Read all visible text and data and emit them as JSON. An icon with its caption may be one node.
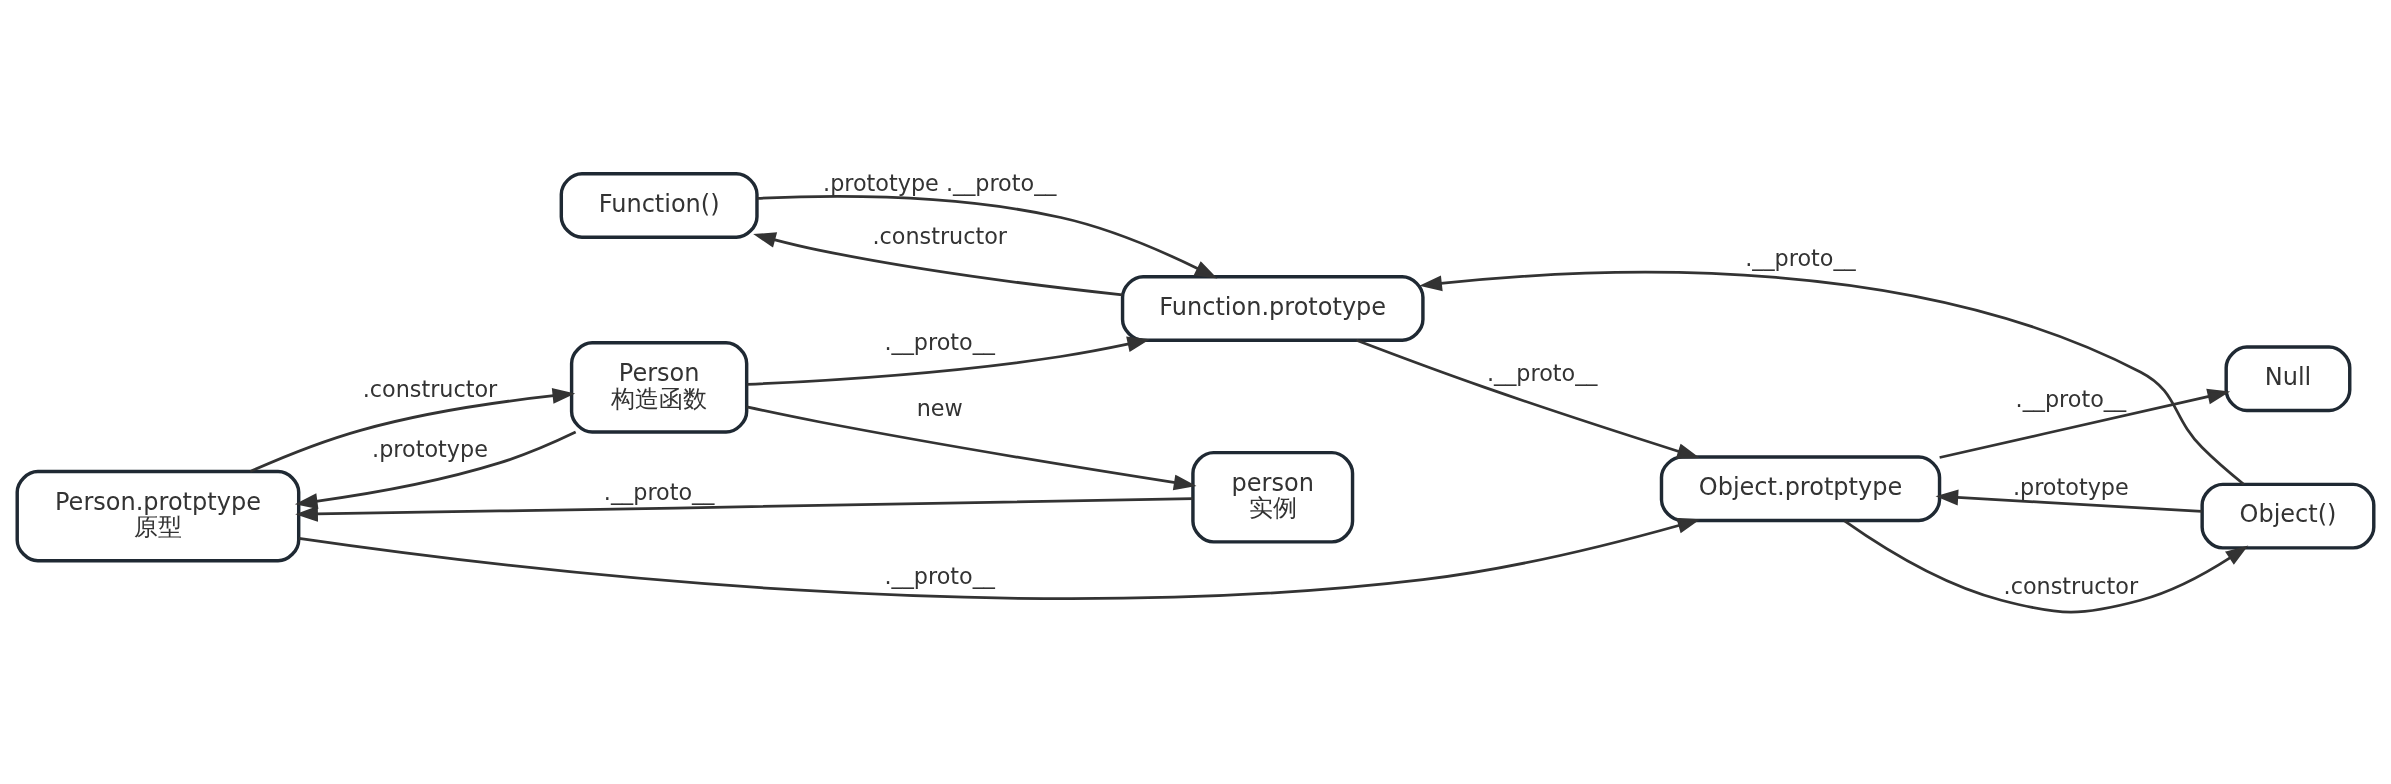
{
  "diagram": {
    "nodes": [
      {
        "text": [
          "Function()"
        ]
      },
      {
        "text": [
          "Object()"
        ]
      },
      {
        "text": [
          "Function.prototype"
        ]
      },
      {
        "text": [
          "Person",
          "构造函数"
        ]
      },
      {
        "text": [
          "Person.protptype",
          "原型"
        ]
      },
      {
        "text": [
          "Object.protptype"
        ]
      },
      {
        "text": [
          "Null"
        ]
      },
      {
        "text": [
          "person",
          "实例"
        ]
      }
    ],
    "edges": [
      {
        "from": 2,
        "to": 0,
        "arrow": "to",
        "label": ".constructor"
      },
      {
        "from": 0,
        "to": 2,
        "arrow": "to",
        "label": ".prototype .__proto__"
      },
      {
        "from": 1,
        "to": 2,
        "arrow": "to",
        "label": ".__proto__"
      },
      {
        "from": 3,
        "to": 4,
        "arrow": "to",
        "label": ".prototype"
      },
      {
        "from": 3,
        "to": 2,
        "arrow": "to",
        "label": ".__proto__"
      },
      {
        "from": 4,
        "to": 3,
        "arrow": "to",
        "label": ".constructor"
      },
      {
        "from": 3,
        "to": 7,
        "arrow": "to",
        "label": "new"
      },
      {
        "from": 7,
        "to": 4,
        "arrow": "to",
        "label": ".__proto__"
      },
      {
        "from": 4,
        "to": 5,
        "arrow": "to",
        "label": ".__proto__"
      },
      {
        "from": 5,
        "to": 1,
        "arrow": "to",
        "label": ".constructor"
      },
      {
        "from": 1,
        "to": 5,
        "arrow": "to",
        "label": ".prototype"
      },
      {
        "from": 5,
        "to": 6,
        "arrow": "to",
        "label": ".__proto__"
      },
      {
        "from": 2,
        "to": 5,
        "arrow": "to",
        "label": ".__proto__"
      }
    ]
  }
}
